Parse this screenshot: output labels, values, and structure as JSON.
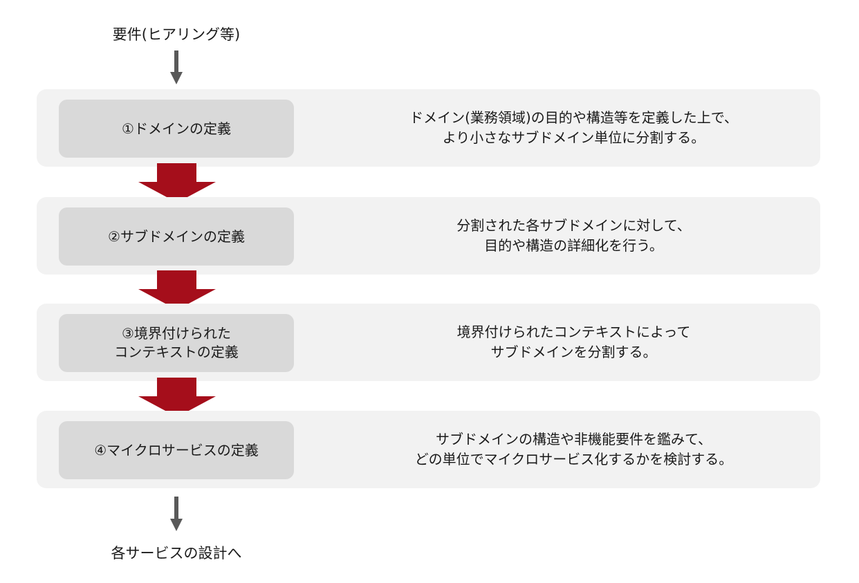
{
  "start_label": "要件(ヒアリング等)",
  "end_label": "各サービスの設計へ",
  "colors": {
    "panel": "#f2f2f2",
    "box": "#d9d9d9",
    "arrow_red": "#a50e1b",
    "arrow_gray": "#595959"
  },
  "steps": [
    {
      "title": "①ドメインの定義",
      "description": "ドメイン(業務領域)の目的や構造等を定義した上で、\nより小さなサブドメイン単位に分割する。"
    },
    {
      "title": "②サブドメインの定義",
      "description": "分割された各サブドメインに対して、\n目的や構造の詳細化を行う。"
    },
    {
      "title": "③境界付けられた\nコンテキストの定義",
      "description": "境界付けられたコンテキストによって\nサブドメインを分割する。"
    },
    {
      "title": "④マイクロサービスの定義",
      "description": "サブドメインの構造や非機能要件を鑑みて、\nどの単位でマイクロサービス化するかを検討する。"
    }
  ]
}
